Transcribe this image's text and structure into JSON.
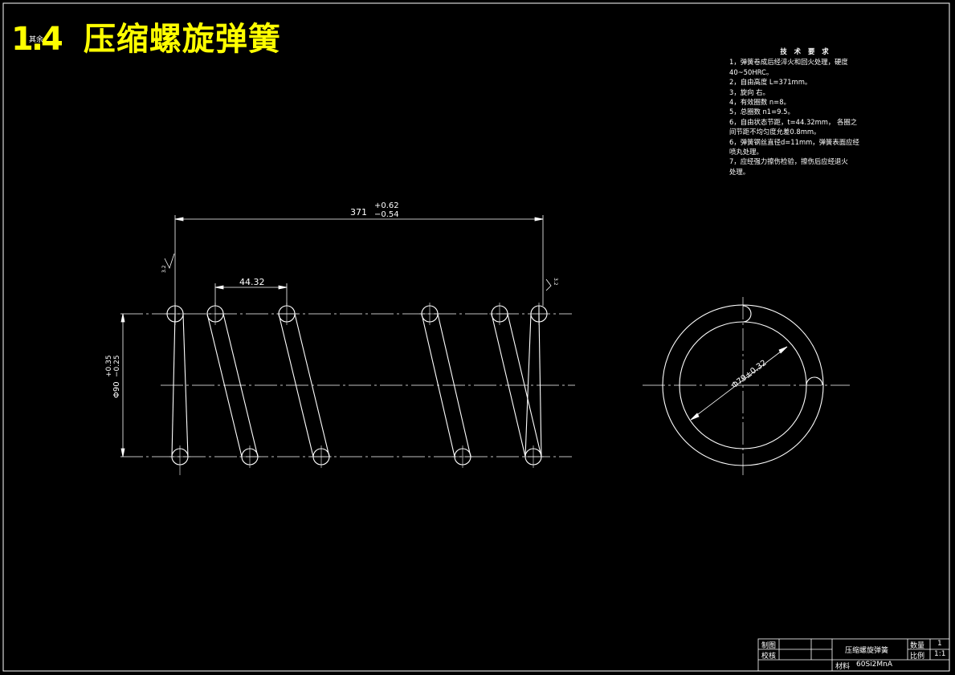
{
  "title": {
    "number": "1.4",
    "text": "压缩螺旋弹簧"
  },
  "title_note": "其余",
  "tech_requirements": {
    "heading": "技 术 要 求",
    "lines": [
      "1，弹簧卷成后经淬火和回火处理，硬度",
      "40~50HRC。",
      "2，自由高度        L=371mm。",
      "3，旋向                      右。",
      "4，有效圈数                 n=8。",
      "5，总圈数                 n1=9.5。",
      "6，自由状态节距，t=44.32mm， 各圈之",
      "间节距不均匀度允差0.8mm。",
      "6，弹簧钢丝直径d=11mm，弹簧表面应经",
      "喷丸处理。",
      "7，应经强力擦伤检验，擦伤后应经退火",
      "处理。"
    ]
  },
  "dimensions": {
    "free_length": "371",
    "free_length_upper": "+0.62",
    "free_length_lower": "−0.54",
    "pitch": "44.32",
    "outer_dia": "Φ90",
    "outer_dia_upper": "+0.35",
    "outer_dia_lower": "−0.25",
    "inner_dia": "Φ79",
    "inner_dia_tol": "±0.32",
    "end_mark_left": "3.2",
    "end_mark_right": "3.2"
  },
  "title_block": {
    "drawn_label": "制图",
    "checked_label": "校核",
    "part_name": "压缩螺旋弹簧",
    "qty_label": "数量",
    "qty_value": "1",
    "scale_label": "比例",
    "scale_value": "1:1",
    "material_label": "材料",
    "material_value": "60Si2MnA"
  },
  "colors": {
    "title": "#ffff00",
    "lines": "#ffffff",
    "background": "#000000"
  }
}
